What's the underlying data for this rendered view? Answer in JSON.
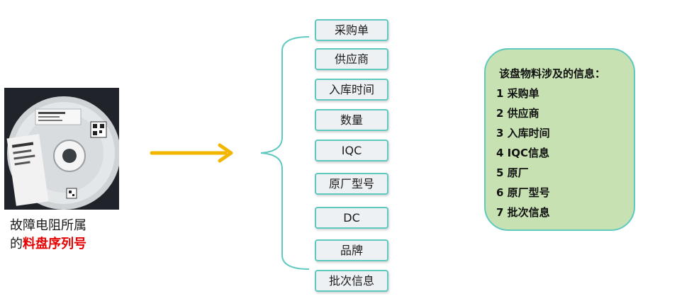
{
  "caption": {
    "line1": "故障电阻所属",
    "line2_prefix": "的",
    "line2_highlight": "料盘序列号"
  },
  "fields": [
    "采购单",
    "供应商",
    "入库时间",
    "数量",
    "IQC",
    "原厂型号",
    "DC",
    "品牌",
    "批次信息"
  ],
  "info": {
    "title": "该盘物料涉及的信息：",
    "items": [
      "1 采购单",
      "2 供应商",
      "3 入库时间",
      "4 IQC信息",
      "5 原厂",
      "6 原厂型号",
      "7 批次信息"
    ]
  },
  "colors": {
    "arrow": "#f2b600",
    "teal": "#5fc9c0",
    "highlight": "#e60000",
    "info_bg": "#c7e1b2",
    "field_bg": "#eef1f4"
  }
}
